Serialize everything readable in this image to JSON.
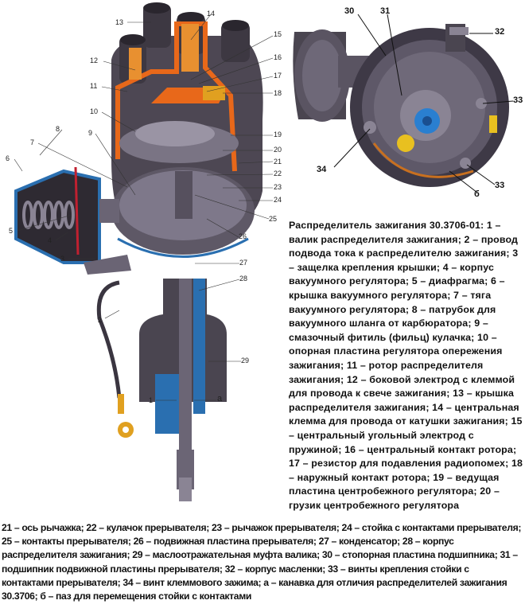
{
  "figure_main": {
    "labels": {
      "l1": "1",
      "l2": "2",
      "l3": "3",
      "l4": "4",
      "l5": "5",
      "l6": "6",
      "l7": "7",
      "l8": "8",
      "l9": "9",
      "l10": "10",
      "l11": "11",
      "l12": "12",
      "l13": "13",
      "l14": "14",
      "l15": "15",
      "l16": "16",
      "l17": "17",
      "l18": "18",
      "l19": "19",
      "l20": "20",
      "l21": "21",
      "l22": "22",
      "l23": "23",
      "l24": "24",
      "l25": "25",
      "l26": "26",
      "l27": "27",
      "l28": "28",
      "l29": "29",
      "la": "а"
    },
    "colors": {
      "body": "#4a4650",
      "cutaway_orange": "#e8681a",
      "cutaway_blue": "#2a6fb0",
      "brass": "#e0a020"
    }
  },
  "figure_detail": {
    "labels": {
      "l30": "30",
      "l31": "31",
      "l32": "32",
      "l33a": "33",
      "l33b": "33",
      "l34": "34",
      "lb": "б"
    }
  },
  "caption_right": "Распределитель зажигания 30.3706-01: 1 – валик распределителя зажигания; 2 – провод подвода тока к распределителю зажигания; 3 – защелка крепления крышки; 4 – корпус вакуумного регулятора; 5 – диафрагма; 6 – крышка вакуумного регулятора; 7 – тяга вакуумного регулятора; 8 – патрубок для вакуумного шланга от карбюратора; 9 – смазочный фитиль (фильц) кулачка; 10 – опорная пластина регулятора опережения зажигания; 11 – ротор распределителя зажигания; 12 – боковой электрод с клеммой для провода к свече зажигания; 13 – крышка распределителя зажигания; 14 – центральная клемма для провода от катушки зажигания; 15 – центральный угольный электрод с пружиной; 16 – центральный контакт ротора; 17 – резистор для подавления радиопомех; 18 – наружный контакт ротора; 19 – ведущая пластина центробежного регулятора; 20 – грузик центробежного регулятора",
  "caption_bottom": "21 – ось рычажка; 22 – кулачок прерывателя; 23 – рычажок прерывателя; 24 – стойка с контактами прерывателя; 25 – контакты прерывателя; 26 – подвижная пластина прерывателя; 27 – конденсатор; 28 – корпус распределителя зажигания; 29 – маслоотражательная муфта валика; 30 – стопорная пластина подшипника; 31 – подшипник подвижной пластины прерывателя; 32 – корпус масленки; 33 – винты крепления стойки с контактами прерывателя; 34 – винт клеммового зажима; а – канавка для отличия распределителей зажигания 30.3706; б – паз для перемещения стойки с контактами"
}
